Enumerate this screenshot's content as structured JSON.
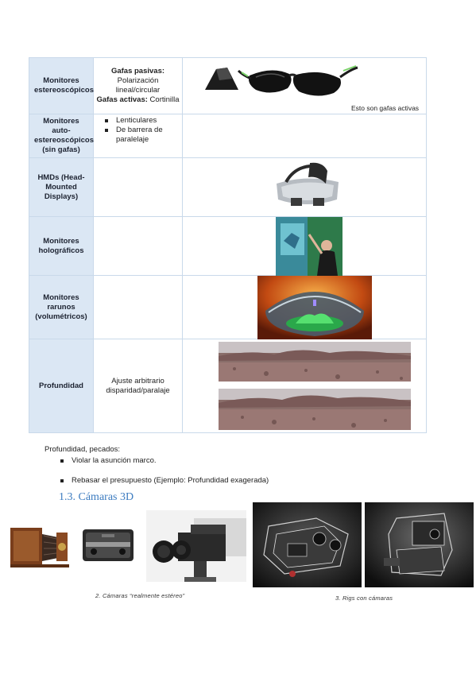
{
  "table": {
    "rows": [
      {
        "heading": "Monitores estereoscópicos",
        "desc_lines": [
          {
            "bold": "Gafas pasivas:",
            "text": ""
          },
          {
            "bold": "",
            "text": "Polarización"
          },
          {
            "bold": "",
            "text": "lineal/circular"
          },
          {
            "bold": "Gafas activas:",
            "text": " Cortinilla"
          }
        ],
        "image_caption": "Esto son gafas activas",
        "image": "active-shutter-glasses"
      },
      {
        "heading": "Monitores auto-estereoscópicos (sin gafas)",
        "bullets": [
          "Lenticulares",
          "De barrera de paralelaje"
        ],
        "image": ""
      },
      {
        "heading": "HMDs (Head-Mounted Displays)",
        "image": "head-mounted-display"
      },
      {
        "heading": "Monitores holográficos",
        "image": "holographic-display"
      },
      {
        "heading": "Monitores rarunos (volumétricos)",
        "image": "volumetric-display"
      },
      {
        "heading": "Profundidad",
        "desc_text": "Ajuste arbitrario disparidad/paralaje",
        "image": "anaglyph-mars-panoramas"
      }
    ]
  },
  "notes": {
    "intro": "Profundidad, pecados:",
    "bullets": [
      "Violar la asunción marco.",
      "Rebasar el presupuesto (Ejemplo: Profundidad exagerada)"
    ]
  },
  "section": {
    "title": "1.3. Cámaras 3D"
  },
  "captions": {
    "cameras": "2. Cámaras “realmente estéreo”",
    "rigs": "3. Rigs con cámaras"
  },
  "colors": {
    "heading_fill": "#dbe7f4",
    "border": "#c9d9ea",
    "section_title": "#3d7cc0"
  }
}
